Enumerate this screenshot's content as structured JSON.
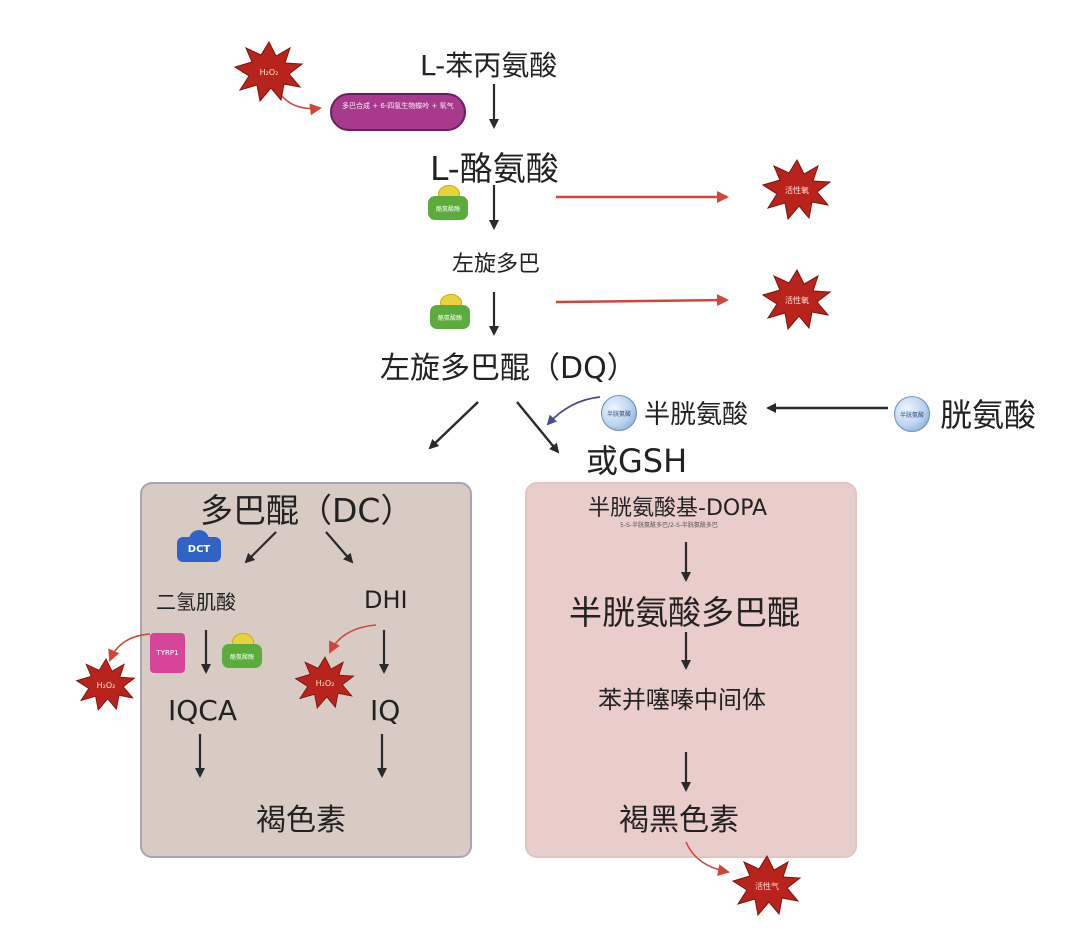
{
  "nodes": {
    "phenylalanine": "L-苯丙氨酸",
    "tyrosine": "L-酪氨酸",
    "ldopa": "左旋多巴",
    "dopaquinone": "左旋多巴醌（DQ）",
    "cysteine": "半胱氨酸",
    "cystine": "胱氨酸",
    "or_gsh": "或GSH",
    "dopachrome": "多巴醌（DC）",
    "dhica": "二氢肌酸",
    "dhi": "DHI",
    "iqca": "IQCA",
    "iq": "IQ",
    "eumelanin": "褐色素",
    "cysdopa": "半胱氨酸基-DOPA",
    "cysdopa_sub": "5-S-半胱氨酰多巴/2-S-半胱氨酰多巴",
    "cysdopaquinone": "半胱氨酸多巴醌",
    "benzothiazine": "苯并噻嗪中间体",
    "pheomelanin": "褐黑色素"
  },
  "badges": {
    "h2o2_top": "H₂O₂",
    "pill_text": "多巴合成 + 6-四氢生物蝶呤 + 氧气",
    "ros_1": "活性氧",
    "ros_2": "活性氧",
    "enzyme_1": "酪氨酸酶",
    "enzyme_2": "酪氨酸酶",
    "dct": "DCT",
    "tyrp1": "TYRP1",
    "enzyme_3": "酪氨酸酶",
    "h2o2_left": "H₂O₂",
    "h2o2_mid": "H₂O₂",
    "ros_bottom": "活性气",
    "orb_1": "半胱氨酸",
    "orb_2": "半胱氨酸"
  },
  "colors": {
    "burst": "#b8231c",
    "red_arrow": "#d1463a",
    "arrow": "#2a2a2a",
    "left_box": "#d8cbc3",
    "right_box": "#e8cdca",
    "pill": "#a83a8e",
    "enzyme": "#5bab3d",
    "dct": "#2f63c6",
    "tyrp1": "#d6459a"
  }
}
